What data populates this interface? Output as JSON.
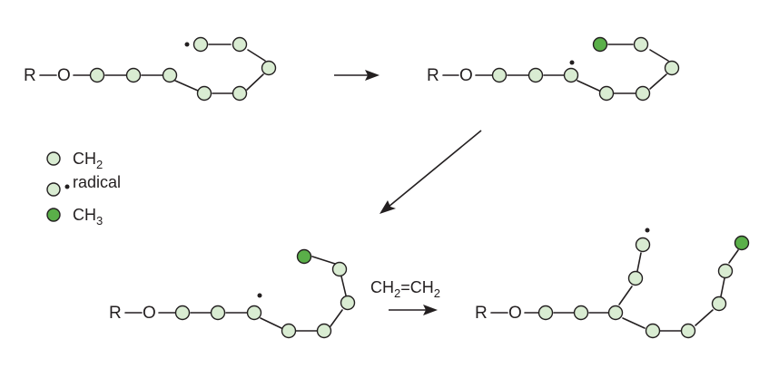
{
  "colors": {
    "ch2": "#d9ecd2",
    "ch3": "#5aaf49",
    "line": "#231f20"
  },
  "labels": {
    "r": "R",
    "o": "O"
  },
  "legend": {
    "ch2_main": "CH",
    "ch2_sub": "2",
    "radical": "radical",
    "ch3_main": "CH",
    "ch3_sub": "3"
  },
  "reagent": {
    "part1": "CH",
    "sub1": "2",
    "mid": "=CH",
    "sub2": "2"
  }
}
